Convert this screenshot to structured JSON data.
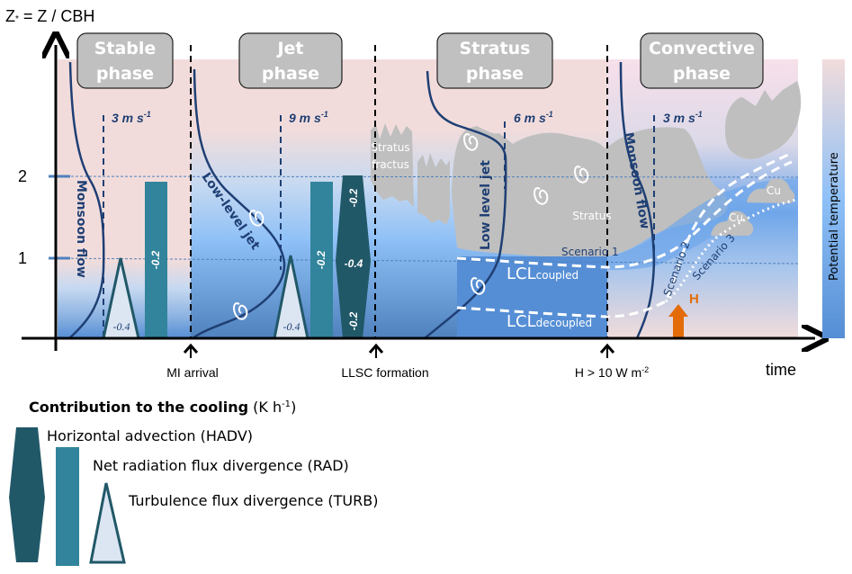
{
  "yaxis": {
    "label_main": "Z",
    "label_sub": "*",
    "label_rest": " = Z / CBH",
    "ticks": [
      "2",
      "1"
    ]
  },
  "xaxis": {
    "label": "time"
  },
  "phases": [
    {
      "line1": "Stable",
      "line2": "phase",
      "wind_speed": "3 m s",
      "wind_exp": "-1"
    },
    {
      "line1": "Jet",
      "line2": "phase",
      "wind_speed": "9 m s",
      "wind_exp": "-1"
    },
    {
      "line1": "Stratus",
      "line2": "phase",
      "wind_speed": "6 m s",
      "wind_exp": "-1"
    },
    {
      "line1": "Convective",
      "line2": "phase",
      "wind_speed": "3 m s",
      "wind_exp": "-1"
    }
  ],
  "events": [
    {
      "label": "MI arrival"
    },
    {
      "label": "LLSC formation"
    },
    {
      "label": "H > 10 W m",
      "exp": "-2"
    }
  ],
  "curve_labels": {
    "stable": "Monsoon flow",
    "jet": "Low-level jet",
    "stratus": "Low level jet",
    "convective": "Monsoon flow"
  },
  "contributions": {
    "stable": {
      "turb": "-0.4",
      "rad": "-0.2"
    },
    "jet": {
      "turb": "-0.4",
      "rad": "-0.2",
      "hadv_top": "-0.2",
      "hadv_mid": "-0.4",
      "hadv_bottom": "-0.2"
    }
  },
  "clouds": {
    "fractus_line1": "Stratus",
    "fractus_line2": "fractus",
    "stratus": "Stratus",
    "cu1": "Cu",
    "cu2": "Cu"
  },
  "lcl": {
    "coupled_main": "LCL",
    "coupled_sub": "coupled",
    "decoupled_main": "LCL",
    "decoupled_sub": "decoupled"
  },
  "scenarios": [
    "Scenario 1",
    "Scenario 2",
    "Scenario 3"
  ],
  "heat_flux_label": "H",
  "colorbar_label": "Potential temperature",
  "legend": {
    "title_bold": "Contribution to the cooling",
    "title_unit": " (K h",
    "title_exp": "-1",
    "title_close": ")",
    "items": [
      {
        "label": "Horizontal advection (HADV)"
      },
      {
        "label": "Net radiation flux divergence (RAD)"
      },
      {
        "label": "Turbulence flux divergence (TURB)"
      }
    ]
  },
  "colors": {
    "hadv": "#215868",
    "rad": "#31849b",
    "turb_fill": "#dce6f2",
    "curve": "#1f3f74",
    "heat_arrow": "#e36c09",
    "cloud": "#bfbfbf"
  }
}
